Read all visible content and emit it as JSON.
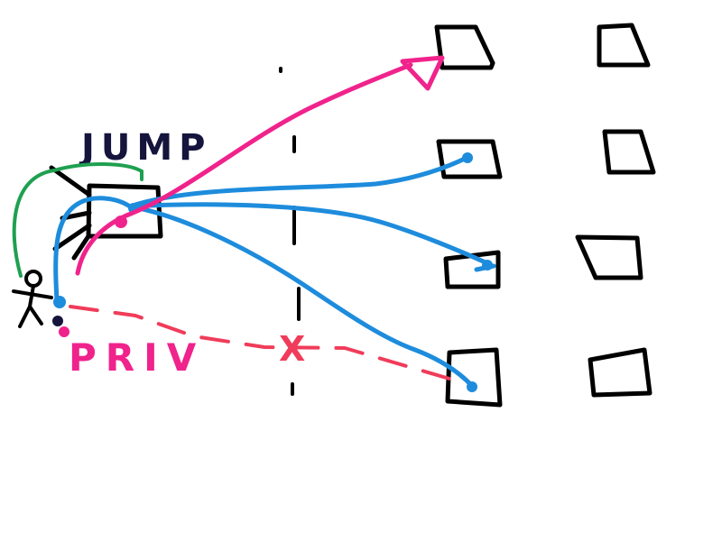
{
  "labels": {
    "jump": "JUMP",
    "priv": "PRIV",
    "blocked_mark": "X"
  },
  "colors": {
    "background": "#ffffff",
    "ink": "#000000",
    "jump": "#14143c",
    "priv": "#f0238c",
    "cyan": "#1e8cdc",
    "green": "#1ea050",
    "magenta": "#f0238c",
    "red_dashed": "#f03c5a"
  },
  "icons": {
    "user": "stick-figure-icon",
    "jump_host": "square-node-icon",
    "target": "square-node-icon",
    "arrowhead": "triangle-arrowhead-icon"
  }
}
